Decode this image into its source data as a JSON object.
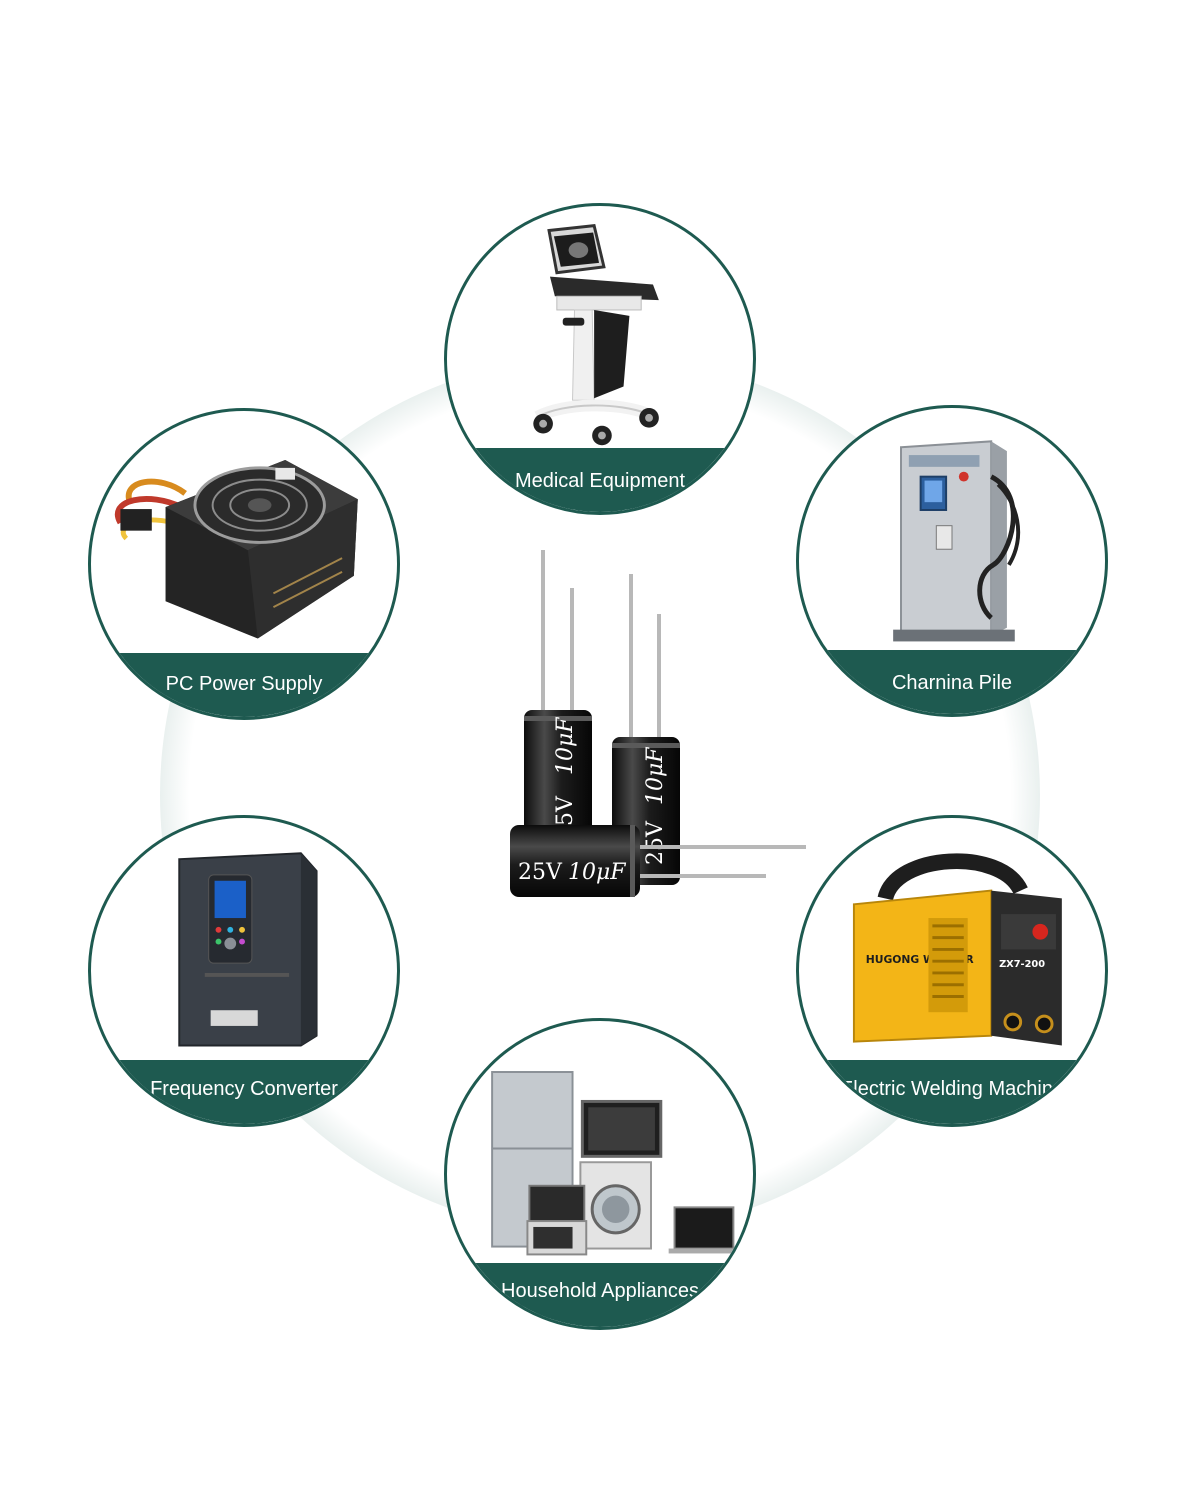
{
  "applications": [
    {
      "id": "medical",
      "label": "Medical Equipment",
      "icon": "ultrasound-cart-icon"
    },
    {
      "id": "charging",
      "label": "Charnina Pile",
      "icon": "charging-pile-icon"
    },
    {
      "id": "welding",
      "label": "Electric Welding Machine",
      "icon": "welding-machine-icon",
      "brand": "HUGONG WELDER",
      "model": "ZX7-200"
    },
    {
      "id": "household",
      "label": "Household Appliances",
      "icon": "household-appliances-icon"
    },
    {
      "id": "converter",
      "label": "Frequency Converter",
      "icon": "frequency-converter-icon"
    },
    {
      "id": "psu",
      "label": "PC Power Supply",
      "icon": "pc-power-supply-icon"
    }
  ],
  "capacitor": {
    "voltage": "25V",
    "capacitance": "10μF"
  },
  "colors": {
    "ring": "#1e5a50",
    "capacitor_body": "#1b1b1b",
    "welder": "#f3b517"
  }
}
